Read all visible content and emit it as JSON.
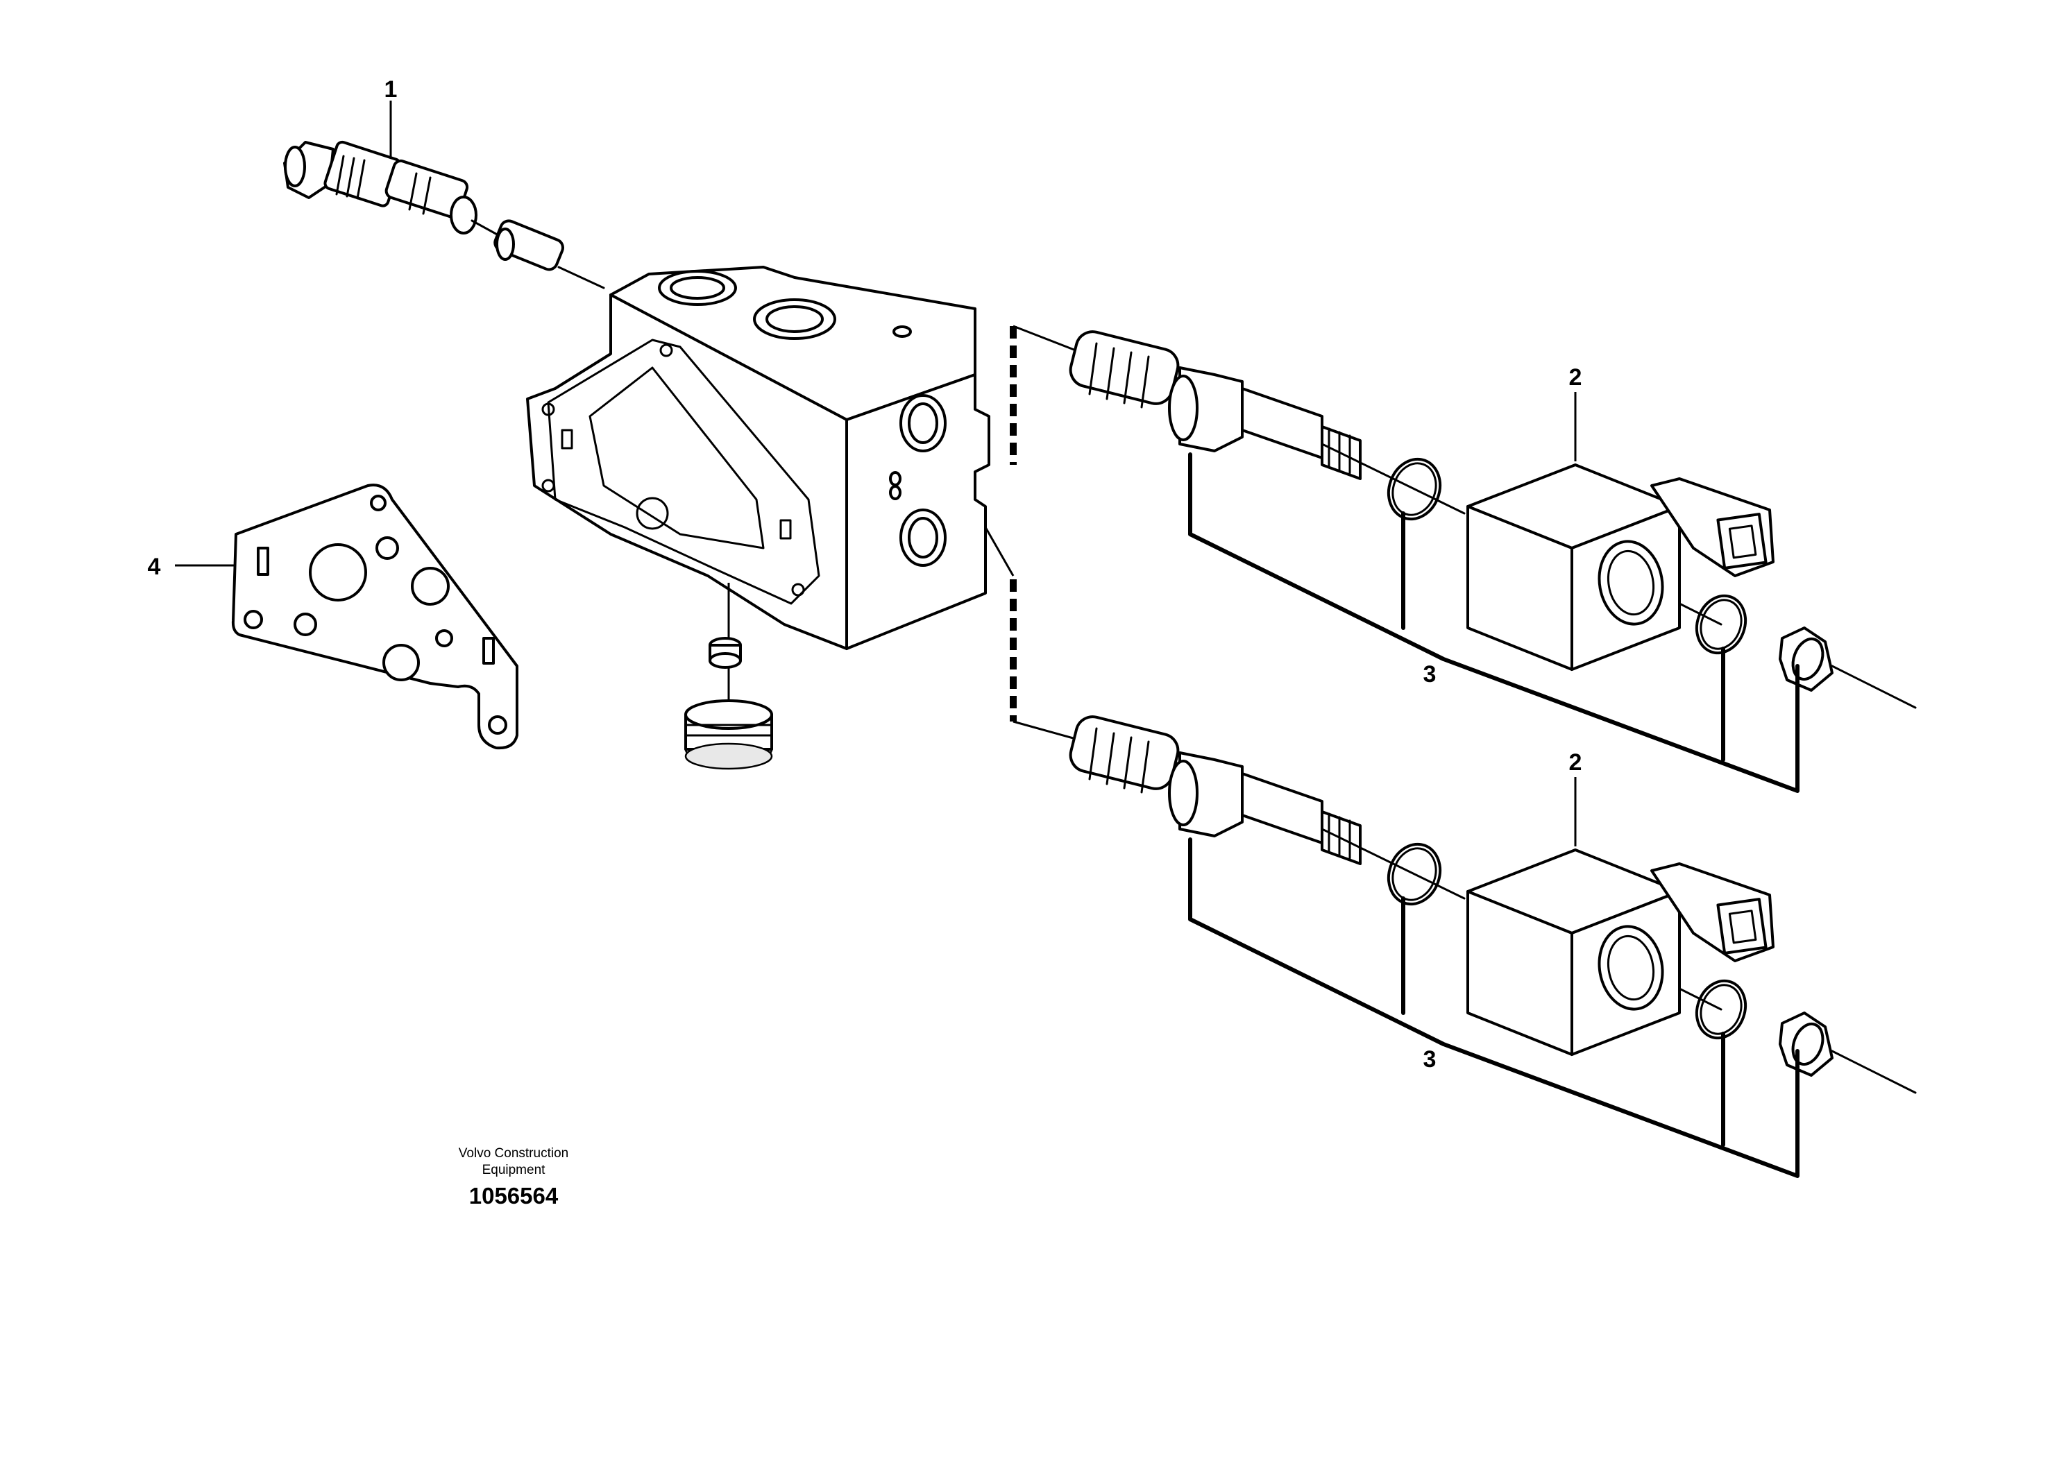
{
  "callouts": {
    "relief_valve": "1",
    "solenoid_upper": "2",
    "solenoid_lower": "2",
    "cartridge_upper": "3",
    "cartridge_lower": "3",
    "gasket_plate": "4"
  },
  "footer": {
    "brand_line1": "Volvo Construction",
    "brand_line2": "Equipment",
    "drawing_number": "1056564"
  }
}
